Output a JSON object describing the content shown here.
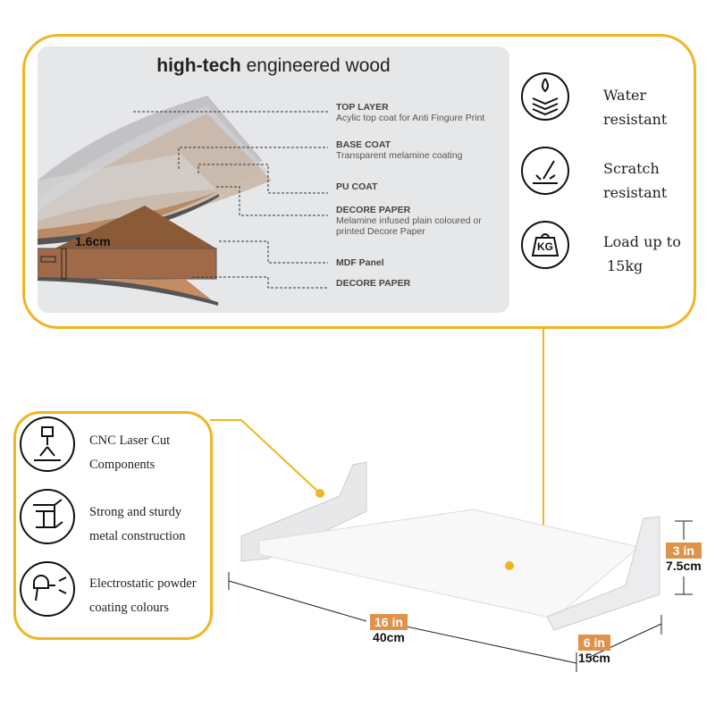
{
  "panel": {
    "title_bold": "high-tech",
    "title_rest": " engineered wood",
    "thickness": "1.6cm",
    "layers": [
      {
        "name": "TOP LAYER",
        "desc": "Acylic top coat for Anti Fingure Print"
      },
      {
        "name": "BASE COAT",
        "desc": "Transparent melamine coating"
      },
      {
        "name": "PU COAT"
      },
      {
        "name": "DECORE PAPER",
        "desc": "Melamine infused plain coloured or",
        "desc2": "printed Decore Paper"
      },
      {
        "name": "MDF Panel"
      },
      {
        "name": "DECORE PAPER"
      }
    ]
  },
  "features_right": [
    {
      "icon": "water-drop-layers-icon",
      "line1": "Water",
      "line2": "resistant"
    },
    {
      "icon": "scratch-icon",
      "line1": "Scratch",
      "line2": "resistant"
    },
    {
      "icon": "kg-weight-icon",
      "icon_text": "KG",
      "line1": "Load up to",
      "line2": "15kg"
    }
  ],
  "features_left": [
    {
      "icon": "cnc-laser-icon",
      "line1": "CNC Laser Cut",
      "line2": "Components"
    },
    {
      "icon": "steel-beam-icon",
      "line1": "Strong and sturdy",
      "line2": "metal construction"
    },
    {
      "icon": "spray-gun-icon",
      "line1": "Electrostatic powder",
      "line2": "coating colours"
    }
  ],
  "dimensions": {
    "length_in": "16 in",
    "length_cm": "40cm",
    "depth_in": "6 in",
    "depth_cm": "15cm",
    "height_in": "3 in",
    "height_cm": "7.5cm"
  },
  "colors": {
    "accent": "#f0b51f",
    "tag": "#e0914a",
    "wood": "#a06a48"
  }
}
